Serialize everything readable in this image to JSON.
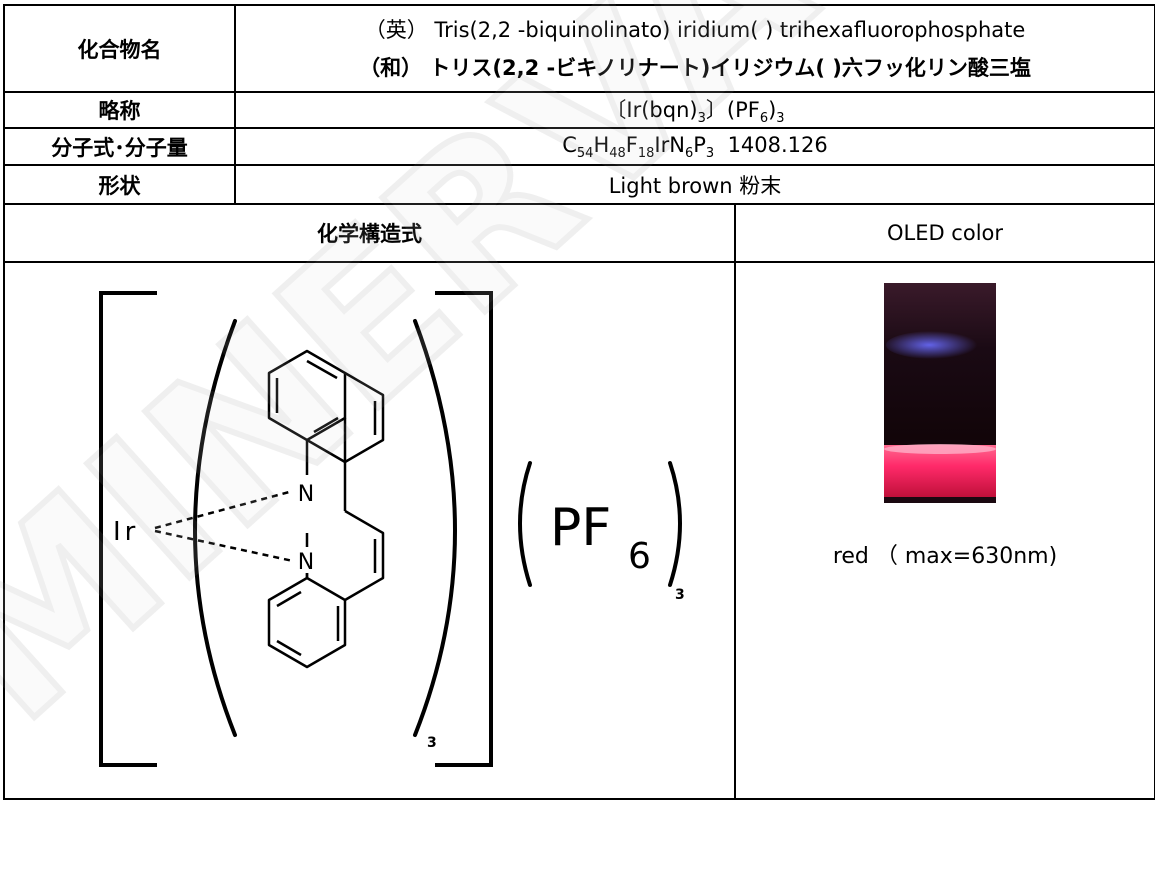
{
  "labels": {
    "compound_name": "化合物名",
    "abbreviation": "略称",
    "formula_weight": "分子式･分子量",
    "appearance": "形状",
    "structure": "化学構造式",
    "oled_color": "OLED color"
  },
  "name": {
    "english": "（英）  Tris(2,2  -biquinolinato) iridium(    ) trihexafluorophosphate",
    "japanese": "（和）  トリス(2,2  -ビキノリナート)イリジウム(     )六フッ化リン酸三塩"
  },
  "abbreviation": {
    "part1": "〔Ir(bqn)",
    "part1_sub": "3",
    "part2": "〕(PF",
    "part2_sub": "6",
    "part3": ")",
    "part3_sub": "3"
  },
  "formula": {
    "parts": [
      {
        "t": "C",
        "s": "54"
      },
      {
        "t": "H",
        "s": "48"
      },
      {
        "t": "F",
        "s": "18"
      },
      {
        "t": "IrN",
        "s": "6"
      },
      {
        "t": "P",
        "s": "3"
      }
    ],
    "weight": "1408.126"
  },
  "appearance": "Light brown  粉末",
  "structure": {
    "metal": "Ir",
    "n_top": "N",
    "n_bottom": "N",
    "inner_sub": "3",
    "counterion_main": "PF",
    "counterion_sub": "6",
    "counterion_outer_sub": "3"
  },
  "oled": {
    "caption": "red  （    max=630nm)",
    "emission_color": "#ff2a6a"
  },
  "watermark": "MINERVA"
}
